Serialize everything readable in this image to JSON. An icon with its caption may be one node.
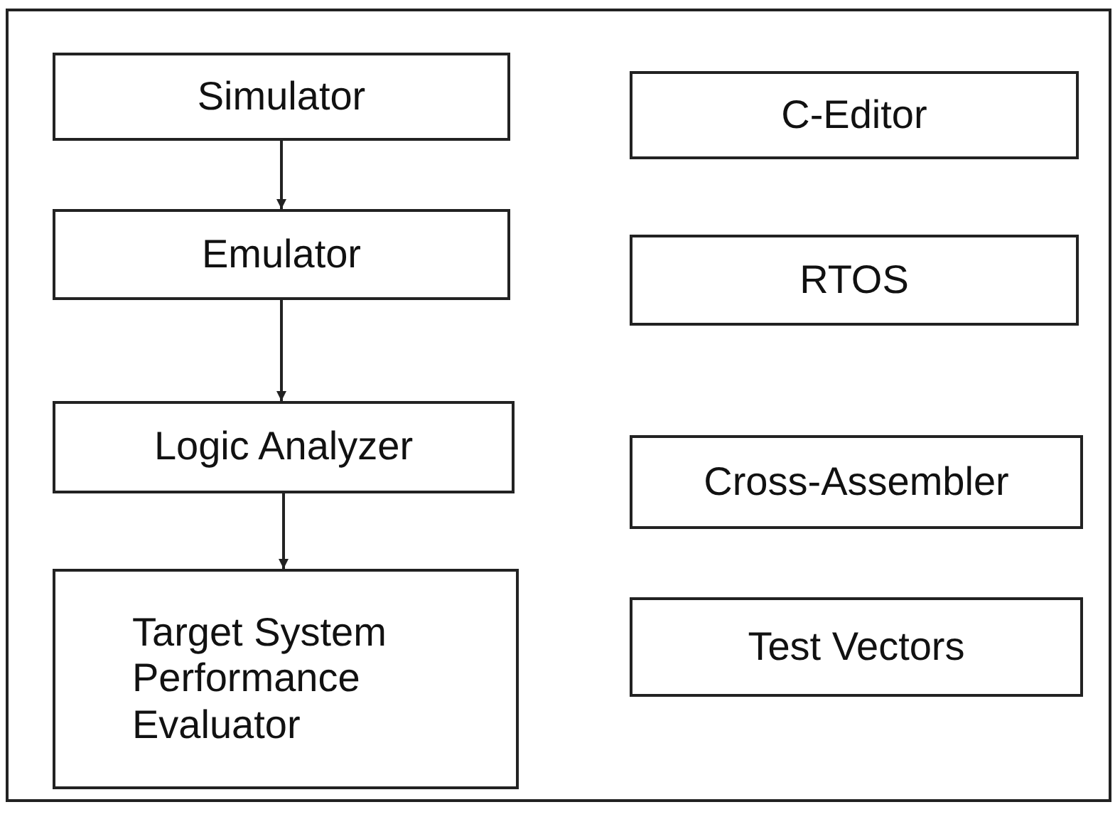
{
  "diagram": {
    "nodes": [
      {
        "text": [
          "Simulator"
        ]
      },
      {
        "text": [
          "C-Editor"
        ]
      },
      {
        "text": [
          "Emulator"
        ]
      },
      {
        "text": [
          "RTOS"
        ]
      },
      {
        "text": [
          "Logic Analyzer"
        ]
      },
      {
        "text": [
          "Cross-Assembler"
        ]
      },
      {
        "text": [
          "Target System Performance Evaluator"
        ]
      },
      {
        "text": [
          "Test Vectors"
        ]
      }
    ],
    "edges": [
      {
        "from": 0,
        "to": 2,
        "arrow": "to"
      },
      {
        "from": 2,
        "to": 4,
        "arrow": "to"
      },
      {
        "from": 4,
        "to": 6,
        "arrow": "to"
      }
    ]
  }
}
